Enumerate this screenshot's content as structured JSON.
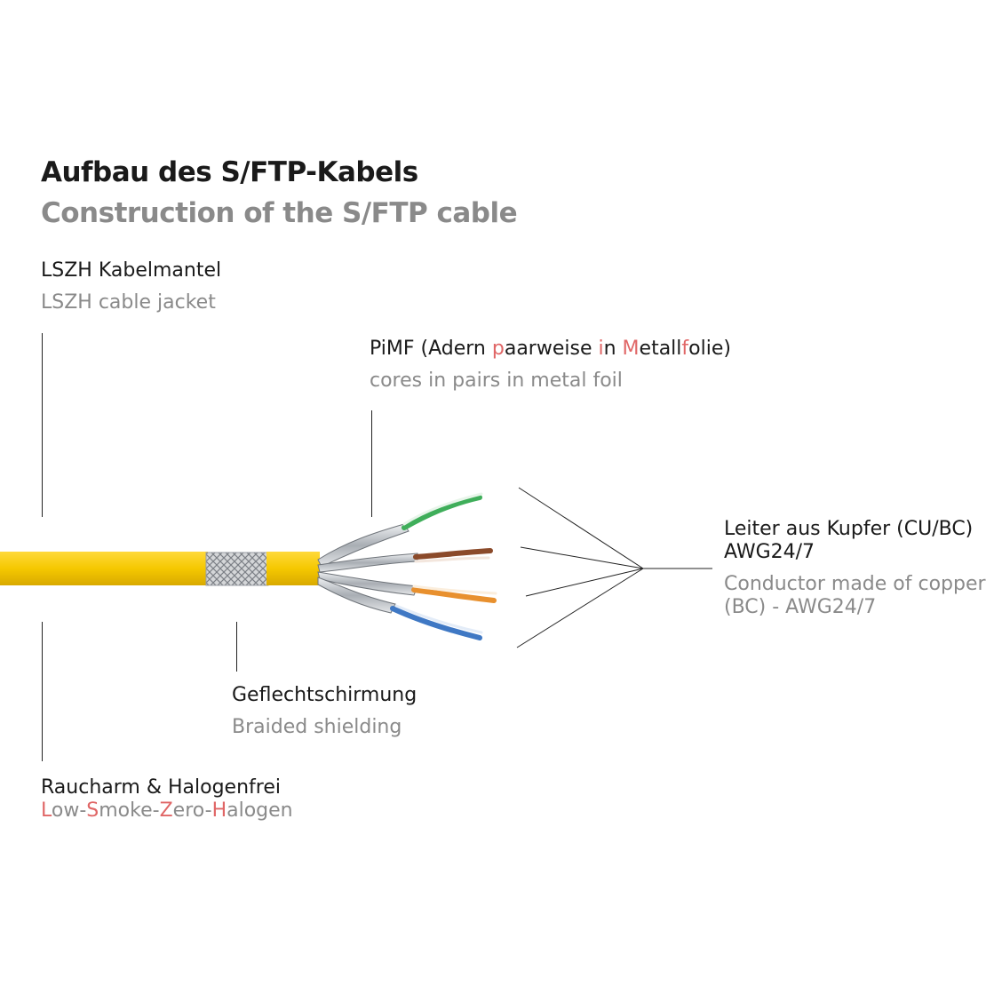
{
  "title": {
    "de": "Aufbau des S/FTP-Kabels",
    "en": "Construction of the S/FTP cable"
  },
  "jacket": {
    "de": "LSZH Kabelmantel",
    "en": "LSZH cable jacket"
  },
  "pimf": {
    "de_parts": [
      {
        "t": "PiMF (Adern ",
        "hl": false
      },
      {
        "t": "p",
        "hl": true
      },
      {
        "t": "aarweise ",
        "hl": false
      },
      {
        "t": "i",
        "hl": true
      },
      {
        "t": "n ",
        "hl": false
      },
      {
        "t": "M",
        "hl": true
      },
      {
        "t": "etall",
        "hl": false
      },
      {
        "t": "f",
        "hl": true
      },
      {
        "t": "olie)",
        "hl": false
      }
    ],
    "en": "cores in pairs in metal foil"
  },
  "conductor": {
    "de_line1": "Leiter aus Kupfer (CU/BC)",
    "de_line2": "AWG24/7",
    "en_line1": "Conductor made of copper",
    "en_line2": "(BC) - AWG24/7"
  },
  "braid": {
    "de": "Geflechtschirmung",
    "en": "Braided shielding"
  },
  "lszh": {
    "de": "Raucharm & Halogenfrei",
    "en_parts": [
      {
        "t": "L",
        "hl": true
      },
      {
        "t": "ow-",
        "hl": false
      },
      {
        "t": "S",
        "hl": true
      },
      {
        "t": "moke-",
        "hl": false
      },
      {
        "t": "Z",
        "hl": true
      },
      {
        "t": "ero-",
        "hl": false
      },
      {
        "t": "H",
        "hl": true
      },
      {
        "t": "alogen",
        "hl": false
      }
    ]
  },
  "colors": {
    "jacket_yellow": "#f5cc00",
    "highlight_red": "#e06666",
    "pair_green": "#3fae5a",
    "pair_brown": "#8b4a2a",
    "pair_orange": "#e8902e",
    "pair_blue": "#3f78c4",
    "foil_silver": "#c8ccd0"
  }
}
